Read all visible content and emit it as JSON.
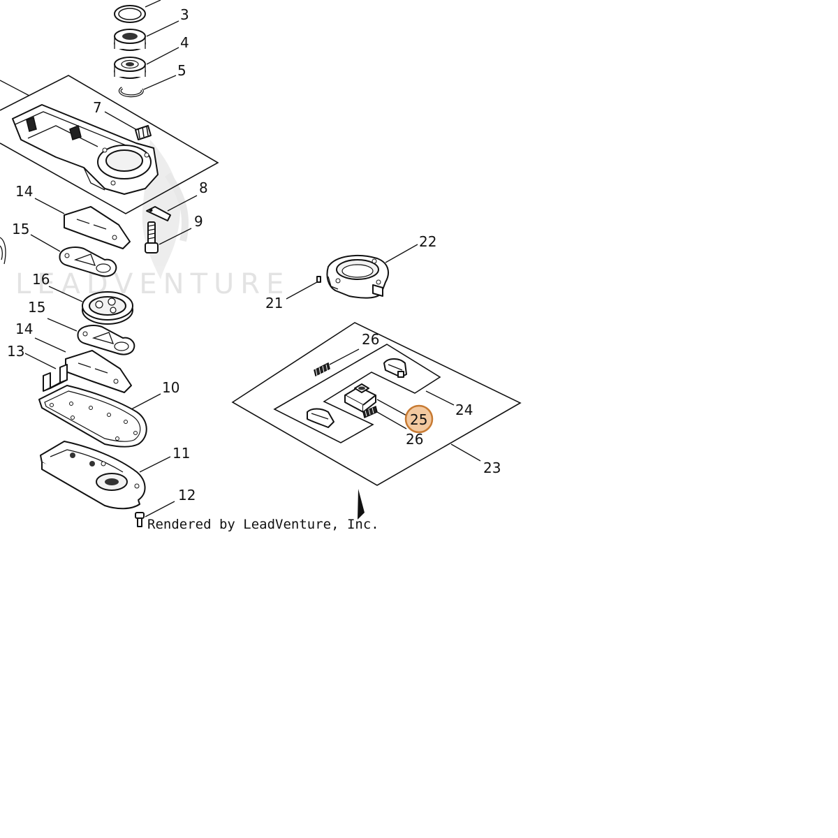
{
  "watermark": "LEADVENTURE",
  "credit": "Rendered by LeadVenture, Inc.",
  "highlight_color": "#f3c9a0",
  "highlight_stroke": "#c77a32",
  "callouts": [
    {
      "id": "c3",
      "label": "3"
    },
    {
      "id": "c4",
      "label": "4"
    },
    {
      "id": "c5",
      "label": "5"
    },
    {
      "id": "c7",
      "label": "7"
    },
    {
      "id": "c8",
      "label": "8"
    },
    {
      "id": "c9",
      "label": "9"
    },
    {
      "id": "c10",
      "label": "10"
    },
    {
      "id": "c11",
      "label": "11"
    },
    {
      "id": "c12",
      "label": "12"
    },
    {
      "id": "c13",
      "label": "13"
    },
    {
      "id": "c14a",
      "label": "14"
    },
    {
      "id": "c14b",
      "label": "14"
    },
    {
      "id": "c15a",
      "label": "15"
    },
    {
      "id": "c15b",
      "label": "15"
    },
    {
      "id": "c16",
      "label": "16"
    },
    {
      "id": "c21",
      "label": "21"
    },
    {
      "id": "c22",
      "label": "22"
    },
    {
      "id": "c23",
      "label": "23"
    },
    {
      "id": "c24",
      "label": "24"
    },
    {
      "id": "c25",
      "label": "25",
      "highlighted": true
    },
    {
      "id": "c26a",
      "label": "26"
    },
    {
      "id": "c26b",
      "label": "26"
    }
  ]
}
